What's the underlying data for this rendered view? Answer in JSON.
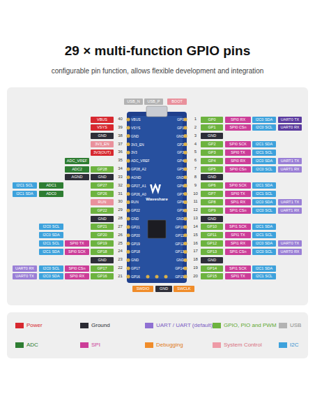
{
  "diagram": {
    "title": "29 × multi-function GPIO pins",
    "nodes": [
      {
        "text": [
          "Waveshare"
        ]
      }
    ],
    "labels": [
      "configurable pin function, allows flexible development and integration",
      "USB_N",
      "USB_P",
      "BOOT",
      "SWDIO",
      "GND",
      "SWCLK",
      "1",
      "GP0",
      "GP0",
      "SPI0 RX",
      "I2C0 SDA",
      "UART0 TX",
      "2",
      "GP1",
      "GP1",
      "SPI0 CSn",
      "I2C0 SCL",
      "UART0 RX",
      "3",
      "GND",
      "GND",
      "4",
      "GP2",
      "GP2",
      "SPI0 SCK",
      "I2C1 SDA",
      "5",
      "GP3",
      "GP3",
      "SPI0 TX",
      "I2C1 SCL",
      "6",
      "GP4",
      "GP4",
      "SPI0 RX",
      "I2C0 SDA",
      "UART1 TX",
      "7",
      "GP5",
      "GP5",
      "SPI0 CSn",
      "I2C0 SCL",
      "UART1 RX",
      "8",
      "GND",
      "GND",
      "9",
      "GP6",
      "GP6",
      "SPI0 SCK",
      "I2C1 SDA",
      "10",
      "GP7",
      "GP7",
      "SPI0 TX",
      "I2C1 SCL",
      "11",
      "GP8",
      "GP8",
      "SPI1 RX",
      "I2C0 SDA",
      "UART1 TX",
      "12",
      "GP9",
      "GP9",
      "SPI1 CSn",
      "I2C0 SCL",
      "UART1 RX",
      "13",
      "GND",
      "GND",
      "14",
      "GP10",
      "GP10",
      "SPI1 SCK",
      "I2C1 SDA",
      "15",
      "GP11",
      "GP11",
      "SPI1 TX",
      "I2C1 SCL",
      "16",
      "GP12",
      "GP12",
      "SPI1 RX",
      "I2C0 SDA",
      "UART0 TX",
      "17",
      "GP13",
      "GP13",
      "SPI1 CSn",
      "I2C0 SCL",
      "UART0 RX",
      "18",
      "GND",
      "GND",
      "19",
      "GP14",
      "GP14",
      "SPI1 SCK",
      "I2C1 SDA",
      "20",
      "GP15",
      "GP15",
      "SPI1 TX",
      "I2C1 SCL",
      "40",
      "VBUS",
      "VBUS",
      "39",
      "VSYS",
      "VSYS",
      "38",
      "GND",
      "GND",
      "37",
      "3V3_EN",
      "3V3_EN",
      "36",
      "3V3",
      "3V3(OUT)",
      "35",
      "ADC_VREF",
      "ADC_VREF",
      "34",
      "GP28_A2",
      "GP28",
      "ADC2",
      "33",
      "AGND",
      "GND",
      "AGND",
      "32",
      "GP27_A1",
      "GP27",
      "ADC1",
      "I2C1 SCL",
      "31",
      "GP26_A0",
      "GP26",
      "ADC0",
      "I2C1 SDA",
      "30",
      "RUN",
      "RUN",
      "29",
      "GP22",
      "GP22",
      "28",
      "GND",
      "GND",
      "27",
      "GP21",
      "GP21",
      "I2C0 SCL",
      "26",
      "GP20",
      "GP20",
      "I2C0 SDA",
      "25",
      "GP19",
      "GP19",
      "SPI0 TX",
      "I2C1 SCL",
      "24",
      "GP18",
      "GP18",
      "SPI0 SCK",
      "I2C1 SDA",
      "23",
      "GND",
      "GND",
      "22",
      "GP17",
      "GP17",
      "SPI0 CSn",
      "I2C0 SCL",
      "UART0 RX",
      "21",
      "GP16",
      "GP16",
      "SPI0 RX",
      "I2C0 SDA",
      "UART0 TX"
    ],
    "legend": [
      {
        "text": "Power",
        "color": "#d7282f"
      },
      {
        "text": "Ground",
        "color": "#2b2b33"
      },
      {
        "text": "UART / UART (default)",
        "color": "#8f70d2"
      },
      {
        "text": "GPIO, PIO and PWM",
        "color": "#6db33f"
      },
      {
        "text": "USB",
        "color": "#b3b3b3"
      },
      {
        "text": "ADC",
        "color": "#2e7d32"
      },
      {
        "text": "SPI",
        "color": "#cc3d98"
      },
      {
        "text": "Debugging",
        "color": "#f08c2a"
      },
      {
        "text": "System Control",
        "color": "#ee9aa6"
      },
      {
        "text": "I2C",
        "color": "#3ea2dc"
      }
    ]
  }
}
